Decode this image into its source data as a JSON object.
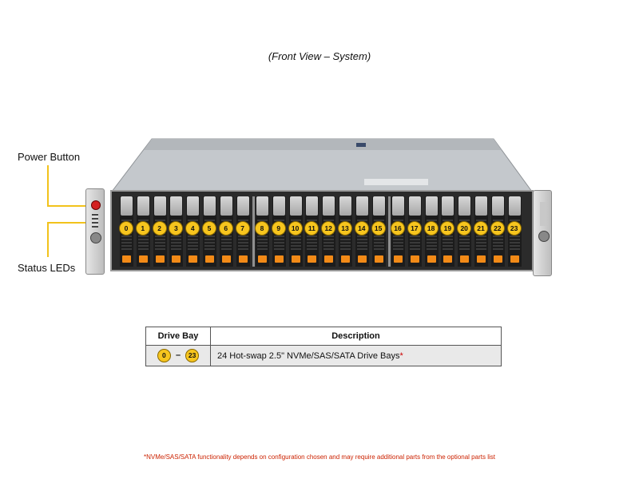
{
  "title": "(Front View – System)",
  "callouts": {
    "power_button": "Power Button",
    "status_leds": "Status LEDs"
  },
  "drive_bays": [
    "0",
    "1",
    "2",
    "3",
    "4",
    "5",
    "6",
    "7",
    "8",
    "9",
    "10",
    "11",
    "12",
    "13",
    "14",
    "15",
    "16",
    "17",
    "18",
    "19",
    "20",
    "21",
    "22",
    "23"
  ],
  "table": {
    "headers": [
      "Drive Bay",
      "Description"
    ],
    "row": {
      "bay_start": "0",
      "bay_sep": "–",
      "bay_end": "23",
      "description": "24 Hot-swap 2.5\" NVMe/SAS/SATA Drive Bays",
      "asterisk": "*"
    }
  },
  "footnote": "*NVMe/SAS/SATA functionality depends on configuration chosen and may require additional parts from the optional parts list",
  "colors": {
    "callout_line": "#f2c21b",
    "bay_label": "#f7c51e",
    "bay_led": "#f28a17",
    "footnote": "#cc2200"
  }
}
